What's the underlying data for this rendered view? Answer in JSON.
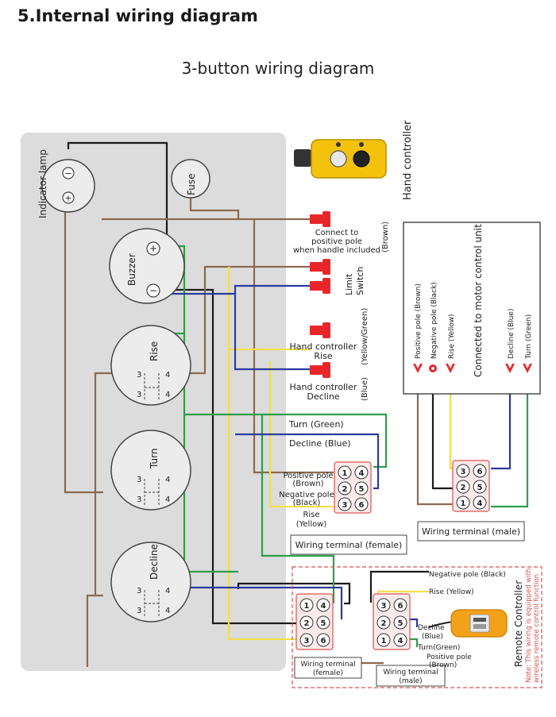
{
  "page": {
    "heading": "5.Internal wiring diagram",
    "subtitle": "3-button wiring diagram"
  },
  "colors": {
    "brown": "#8b6a50",
    "black": "#1a1a1a",
    "green": "#2e9e4a",
    "yellow": "#f2e04a",
    "blue": "#2b3a9e",
    "red_connector": "#e8262a",
    "panel": "#dcdcdc",
    "remote_border": "#d9534f",
    "remote_note": "#d9534f"
  },
  "components": {
    "indicator_lamp": {
      "label": "Indicator lamp",
      "minus": "−",
      "plus": "+"
    },
    "fuse": {
      "label": "Fuse"
    },
    "buzzer": {
      "label": "Buzzer",
      "plus": "+",
      "minus": "−"
    },
    "rise_button": {
      "label": "Rise",
      "pins": [
        "3",
        "3",
        "4",
        "4"
      ]
    },
    "turn_button": {
      "label": "Turn",
      "pins": [
        "3",
        "3",
        "4",
        "4"
      ]
    },
    "decline_button": {
      "label": "Decline",
      "pins": [
        "3",
        "3",
        "4",
        "4"
      ]
    },
    "hand_controller": {
      "label": "Hand controller",
      "icon": "hand-controller-icon"
    }
  },
  "connectors": {
    "positive": {
      "line1": "Connect to",
      "line2": "positive pole",
      "line3": "when handle included",
      "side": "(Brown)"
    },
    "limit_switch": {
      "line1": "Limit",
      "line2": "Switch"
    },
    "hc_rise": {
      "line1": "Hand controller",
      "line2": "Rise",
      "side": "(Yellow/Green)"
    },
    "hc_decline": {
      "line1": "Hand controller",
      "line2": "Decline",
      "side": "(Blue)"
    }
  },
  "wire_labels": {
    "turn": "Turn (Green)",
    "decline": "Decline (Blue)",
    "positive": "Positive pole",
    "positive_color": "(Brown)",
    "negative": "Negative pole",
    "negative_color": "(Black)",
    "rise": "Rise",
    "rise_color": "(Yellow)"
  },
  "terminal_female": {
    "caption": "Wiring terminal (female)",
    "pins": [
      "1",
      "4",
      "2",
      "5",
      "3",
      "6"
    ]
  },
  "motor_unit": {
    "title": "Connected to motor control unit",
    "leads": [
      "Positive pole (Brown)",
      "Negative pole (Black)",
      "Rise (Yellow)",
      "Decline (Blue)",
      "Turn (Green)"
    ],
    "terminal_caption": "Wiring terminal (male)",
    "pins": [
      "3",
      "6",
      "2",
      "5",
      "1",
      "4"
    ]
  },
  "remote": {
    "title": "Remote Controller",
    "note1": "Note: This wiring is equipped with",
    "note2": "wireless remote control function",
    "neg": "Negative pole (Black)",
    "rise": "Rise (Yellow)",
    "decline1": "Decline",
    "decline2": "(Blue)",
    "turn": "Turn(Green)",
    "pos1": "Positive pole",
    "pos2": "(Brown)",
    "female_caption1": "Wiring terminal",
    "female_caption2": "(female)",
    "male_caption1": "Wiring terminal",
    "male_caption2": "(male)",
    "female_pins": [
      "1",
      "4",
      "2",
      "5",
      "3",
      "6"
    ],
    "male_pins": [
      "3",
      "6",
      "2",
      "5",
      "1",
      "4"
    ]
  }
}
